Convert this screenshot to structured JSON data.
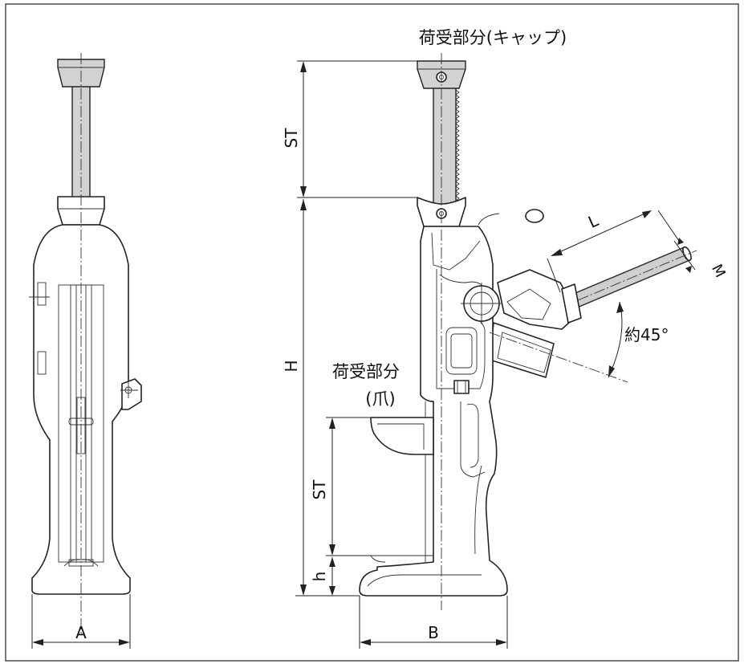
{
  "labels": {
    "cap_load": "荷受部分(キャップ)",
    "claw_load_1": "荷受部分",
    "claw_load_2": "(爪)",
    "st_top": "ST",
    "st_claw": "ST",
    "h_total": "H",
    "h_claw": "h",
    "width_a": "A",
    "width_b": "B",
    "lever_length": "L",
    "lever_diameter": "M",
    "angle": "約45°"
  }
}
